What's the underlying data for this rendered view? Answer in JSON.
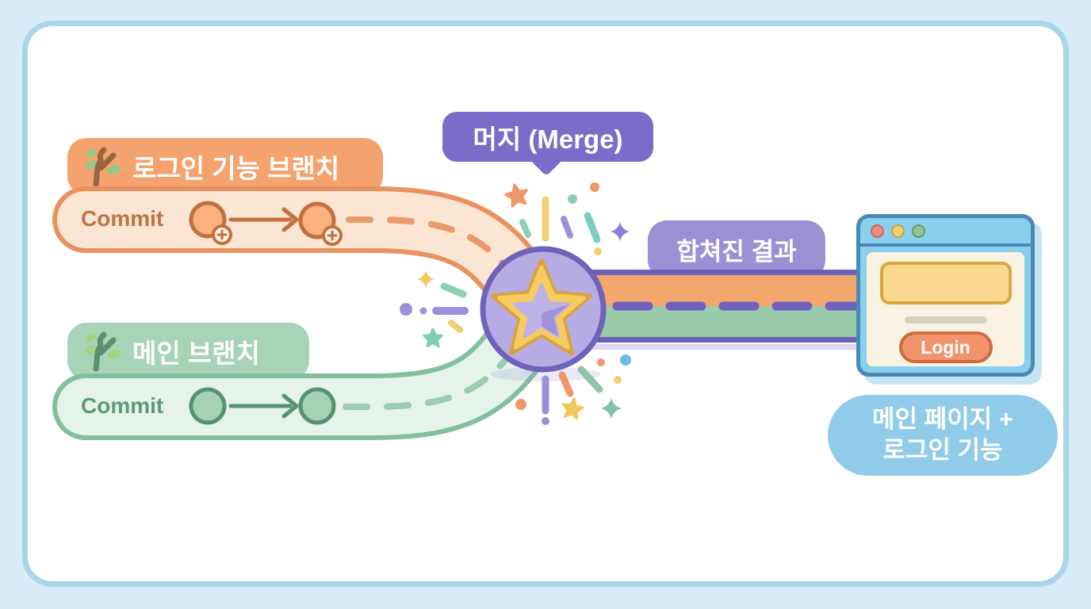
{
  "merge_bubble": {
    "label": "머지 (Merge)"
  },
  "feature_branch": {
    "label": "로그인 기능 브랜치",
    "commit_label": "Commit"
  },
  "main_branch": {
    "label": "메인 브랜치",
    "commit_label": "Commit"
  },
  "merged_result": {
    "label": "합쳐진 결과"
  },
  "browser": {
    "login_button": "Login"
  },
  "result_badge": {
    "line1": "메인 페이지 +",
    "line2": "로그인 기능"
  },
  "icons": {
    "feature_branch_icon": "branch-icon",
    "main_branch_icon": "branch-icon",
    "merge_star_icon": "star-icon",
    "browser_dots": [
      "red",
      "yellow",
      "green"
    ]
  },
  "colors": {
    "background": "#D7ECF8",
    "panel_border": "#A9D5E8",
    "feature_branch": "#F4A26E",
    "feature_track_fill": "#FBE5D3",
    "feature_track_border": "#E8935F",
    "feature_accent": "#C2703E",
    "main_branch": "#A7D3B7",
    "main_track_fill": "#E5F3EA",
    "main_track_border": "#82C09C",
    "main_accent": "#569272",
    "merge_purple": "#7A6CC9",
    "result_label_purple": "#9C90D4",
    "merged_track_border": "#6C5FB8",
    "merged_track_orange": "#F4A76C",
    "merged_track_green": "#98CBAA",
    "star_gold": "#F6CB60",
    "star_inner": "#AEA2E0",
    "browser_blue": "#8AD0EE",
    "browser_border": "#4A89B3",
    "badge_blue": "#90CBE9",
    "login_orange": "#F2936B"
  }
}
